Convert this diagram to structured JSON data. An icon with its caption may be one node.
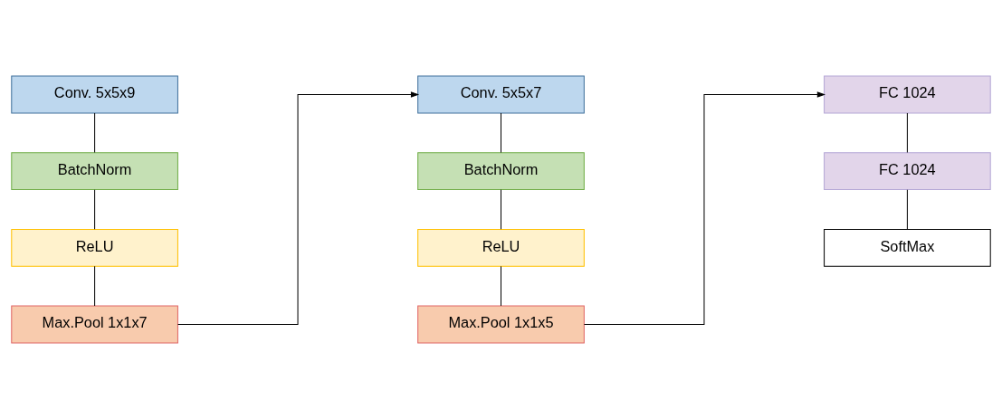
{
  "diagram": {
    "nodes": [
      {
        "text": [
          "Conv. 5x5x9"
        ]
      },
      {
        "text": [
          "BatchNorm"
        ]
      },
      {
        "text": [
          "ReLU"
        ]
      },
      {
        "text": [
          "Max.Pool 1x1x7"
        ]
      },
      {
        "text": [
          "Conv. 5x5x7"
        ]
      },
      {
        "text": [
          "BatchNorm"
        ]
      },
      {
        "text": [
          "ReLU"
        ]
      },
      {
        "text": [
          "Max.Pool 1x1x5"
        ]
      },
      {
        "text": [
          "FC 1024"
        ]
      },
      {
        "text": [
          "FC 1024"
        ]
      },
      {
        "text": [
          "SoftMax"
        ]
      }
    ],
    "edges": [
      {
        "from": 0,
        "to": 1,
        "arrow": "none"
      },
      {
        "from": 1,
        "to": 2,
        "arrow": "none"
      },
      {
        "from": 2,
        "to": 3,
        "arrow": "none"
      },
      {
        "from": 3,
        "to": 4,
        "arrow": "to"
      },
      {
        "from": 4,
        "to": 5,
        "arrow": "none"
      },
      {
        "from": 5,
        "to": 6,
        "arrow": "none"
      },
      {
        "from": 6,
        "to": 7,
        "arrow": "none"
      },
      {
        "from": 7,
        "to": 8,
        "arrow": "to"
      },
      {
        "from": 8,
        "to": 9,
        "arrow": "none"
      },
      {
        "from": 9,
        "to": 10,
        "arrow": "none"
      }
    ]
  }
}
